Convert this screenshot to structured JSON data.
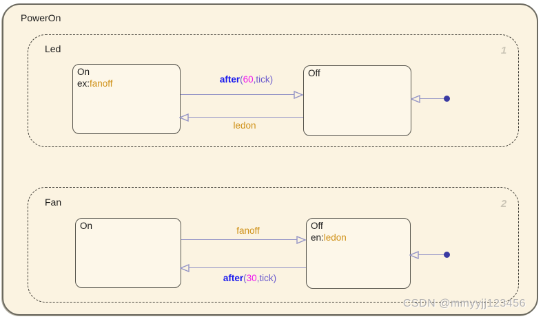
{
  "colors": {
    "canvas": "#ffffff",
    "chart-bg": "#fbf3e1",
    "state-bg": "#fdf7e9",
    "state-border": "#55534b",
    "region-border": "#3c3a33",
    "transition": "#9494c6",
    "default-dot": "#3a3aa2",
    "keyword-blue": "#1717ee",
    "literal-magenta": "#ee17ee",
    "temporal-purple": "#6a5acd",
    "event-orange": "#cf9118",
    "order-marker": "#cbc5b6"
  },
  "chart": {
    "title": "PowerOn"
  },
  "led": {
    "label": "Led",
    "order": "1",
    "state_on": {
      "name": "On",
      "action_prefix": "ex:",
      "action_event": "fanoff"
    },
    "state_off": {
      "name": "Off"
    },
    "t_on_off": {
      "keyword": "after",
      "open_paren": "(",
      "number": "60",
      "close": ",tick)"
    },
    "t_off_on": {
      "event": "ledon"
    }
  },
  "fan": {
    "label": "Fan",
    "order": "2",
    "state_on": {
      "name": "On"
    },
    "state_off": {
      "name": "Off",
      "action_prefix": "en:",
      "action_event": "ledon"
    },
    "t_on_off": {
      "event": "fanoff"
    },
    "t_off_on": {
      "keyword": "after",
      "open_paren": "(",
      "number": "30",
      "close": ",tick)"
    }
  },
  "watermark": "CSDN @mmyyjj123456"
}
